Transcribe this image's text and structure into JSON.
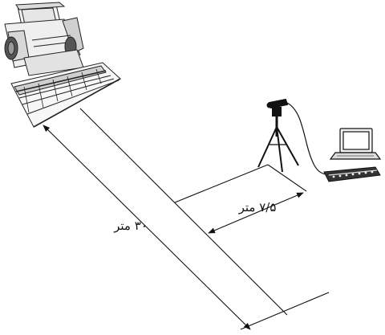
{
  "diagram": {
    "labels": {
      "distance_30": "۳۰ متر",
      "distance_7_5": "۷/۵ متر"
    },
    "objects": [
      "combine-harvester",
      "tripod-microphone",
      "laptop",
      "data-recorder"
    ],
    "colors": {
      "line": "#111111",
      "machine_shade": "#cfcfcf",
      "background": "#ffffff"
    }
  }
}
